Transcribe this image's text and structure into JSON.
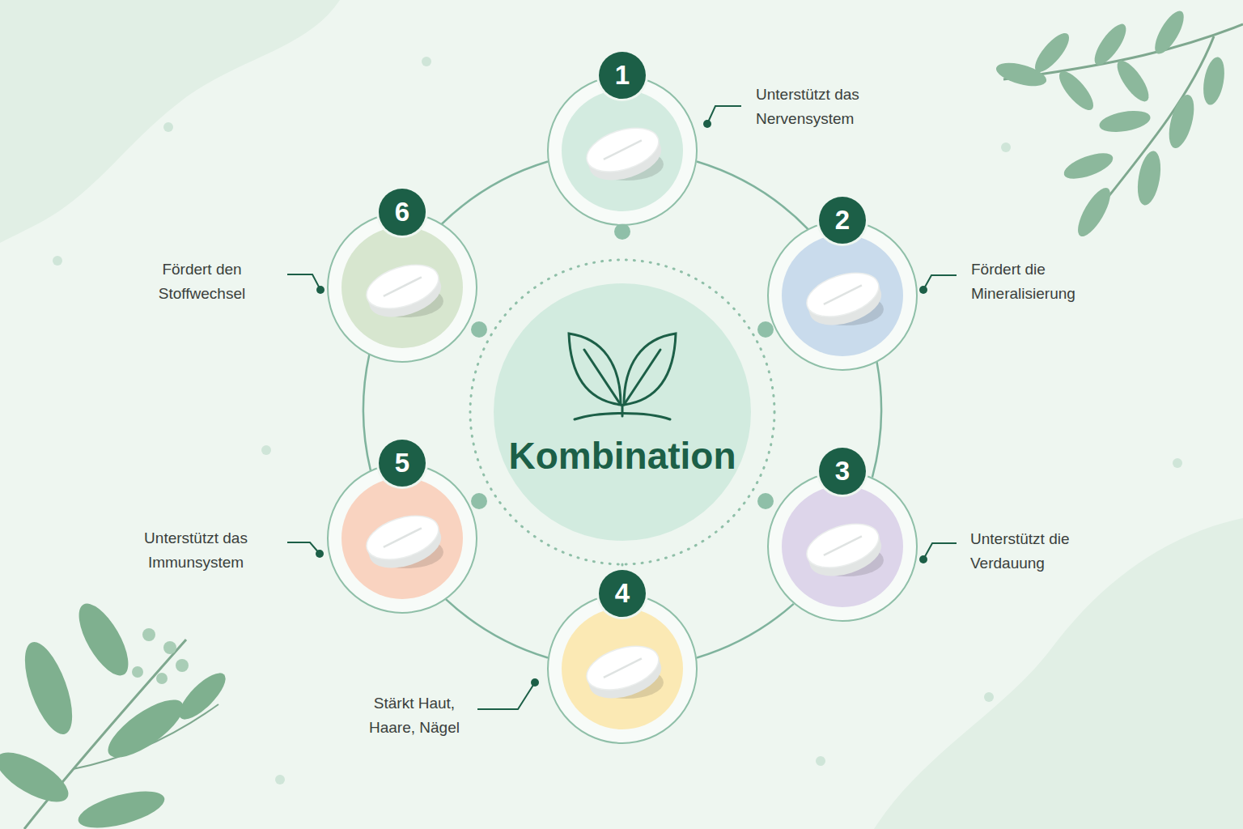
{
  "diagram": {
    "nodes": [
      {
        "text": [
          "1",
          "Unterstützt das Nervensystem"
        ]
      },
      {
        "text": [
          "2",
          "Fördert die Mineralisierung"
        ]
      },
      {
        "text": [
          "3",
          "Unterstützt die Verdauung"
        ]
      },
      {
        "text": [
          "4",
          "Stärkt Haut, Haare, Nägel"
        ]
      },
      {
        "text": [
          "5",
          "Unterstützt das Immunsystem"
        ]
      },
      {
        "text": [
          "6",
          "Fördert den Stoffwechsel"
        ]
      },
      {
        "text": [
          "Kombination"
        ]
      }
    ],
    "edges": [
      {
        "from": 0,
        "to": 1,
        "arrow": "none"
      },
      {
        "from": 1,
        "to": 2,
        "arrow": "none"
      },
      {
        "from": 2,
        "to": 3,
        "arrow": "none"
      },
      {
        "from": 3,
        "to": 4,
        "arrow": "none"
      },
      {
        "from": 4,
        "to": 5,
        "arrow": "none"
      },
      {
        "from": 5,
        "to": 0,
        "arrow": "none"
      }
    ]
  }
}
